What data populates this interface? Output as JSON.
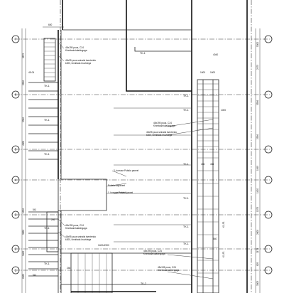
{
  "axes": [
    "7",
    "6",
    "5",
    "4",
    "3",
    "2",
    "1"
  ],
  "labels": {
    "tk1": "TK-1",
    "tk2": "TK-2",
    "k1": "K1-F1",
    "beam_c24_line1": "45x195 puus, C24",
    "beam_c24_line2": "Kinnitada talakingaga",
    "bracing_line1": "45x95 puus seinaist tsentreido",
    "bracing_line2": "k300, kinnitada kruvidega",
    "roof_upper_1": "45x95 puus seinaist tsentreido",
    "roof_upper_2": "k300, kinnitada kruvidega",
    "floor_2": "2. korruse Puitala paneel",
    "floor_band": "Puitala liiapaneel",
    "floor_1": "1. korruse Puitala paneel",
    "opening": "1400x2900",
    "bottom_beam_1": "45x195 puus, C24",
    "bottom_beam_2": "Kinnitada talakingaga",
    "bottom_beam_3": "45x195 puus, C24",
    "bottom_beam_4": "Kinnitada talakingaga"
  },
  "dimensions": {
    "top_left": "600",
    "left_a": "3875",
    "left_b": "2200",
    "left_c": "3300",
    "left_d": "4300",
    "left_e": "1250",
    "left_f": "3650",
    "left_g": "3400",
    "left_h": "2625",
    "right_a": "5000",
    "right_b": "2975",
    "right_c": "3556",
    "right_d": "2556",
    "right_e": "1995",
    "right_f": "1420",
    "right_g": "1075",
    "right_h": "2600",
    "right_i": "2175",
    "right_j": "825",
    "right_k": "3005",
    "inner_a": "4040",
    "inner_b": "1600",
    "inner_c": "1600",
    "inner_d": "436",
    "inner_e": "436",
    "inner_f": "840",
    "inner_g": "1000",
    "small_a": "541",
    "small_b": "246",
    "small_c": "541",
    "small_d": "246",
    "small_e": "45-04"
  },
  "colors": {
    "line": "#222222",
    "background": "#ffffff"
  }
}
